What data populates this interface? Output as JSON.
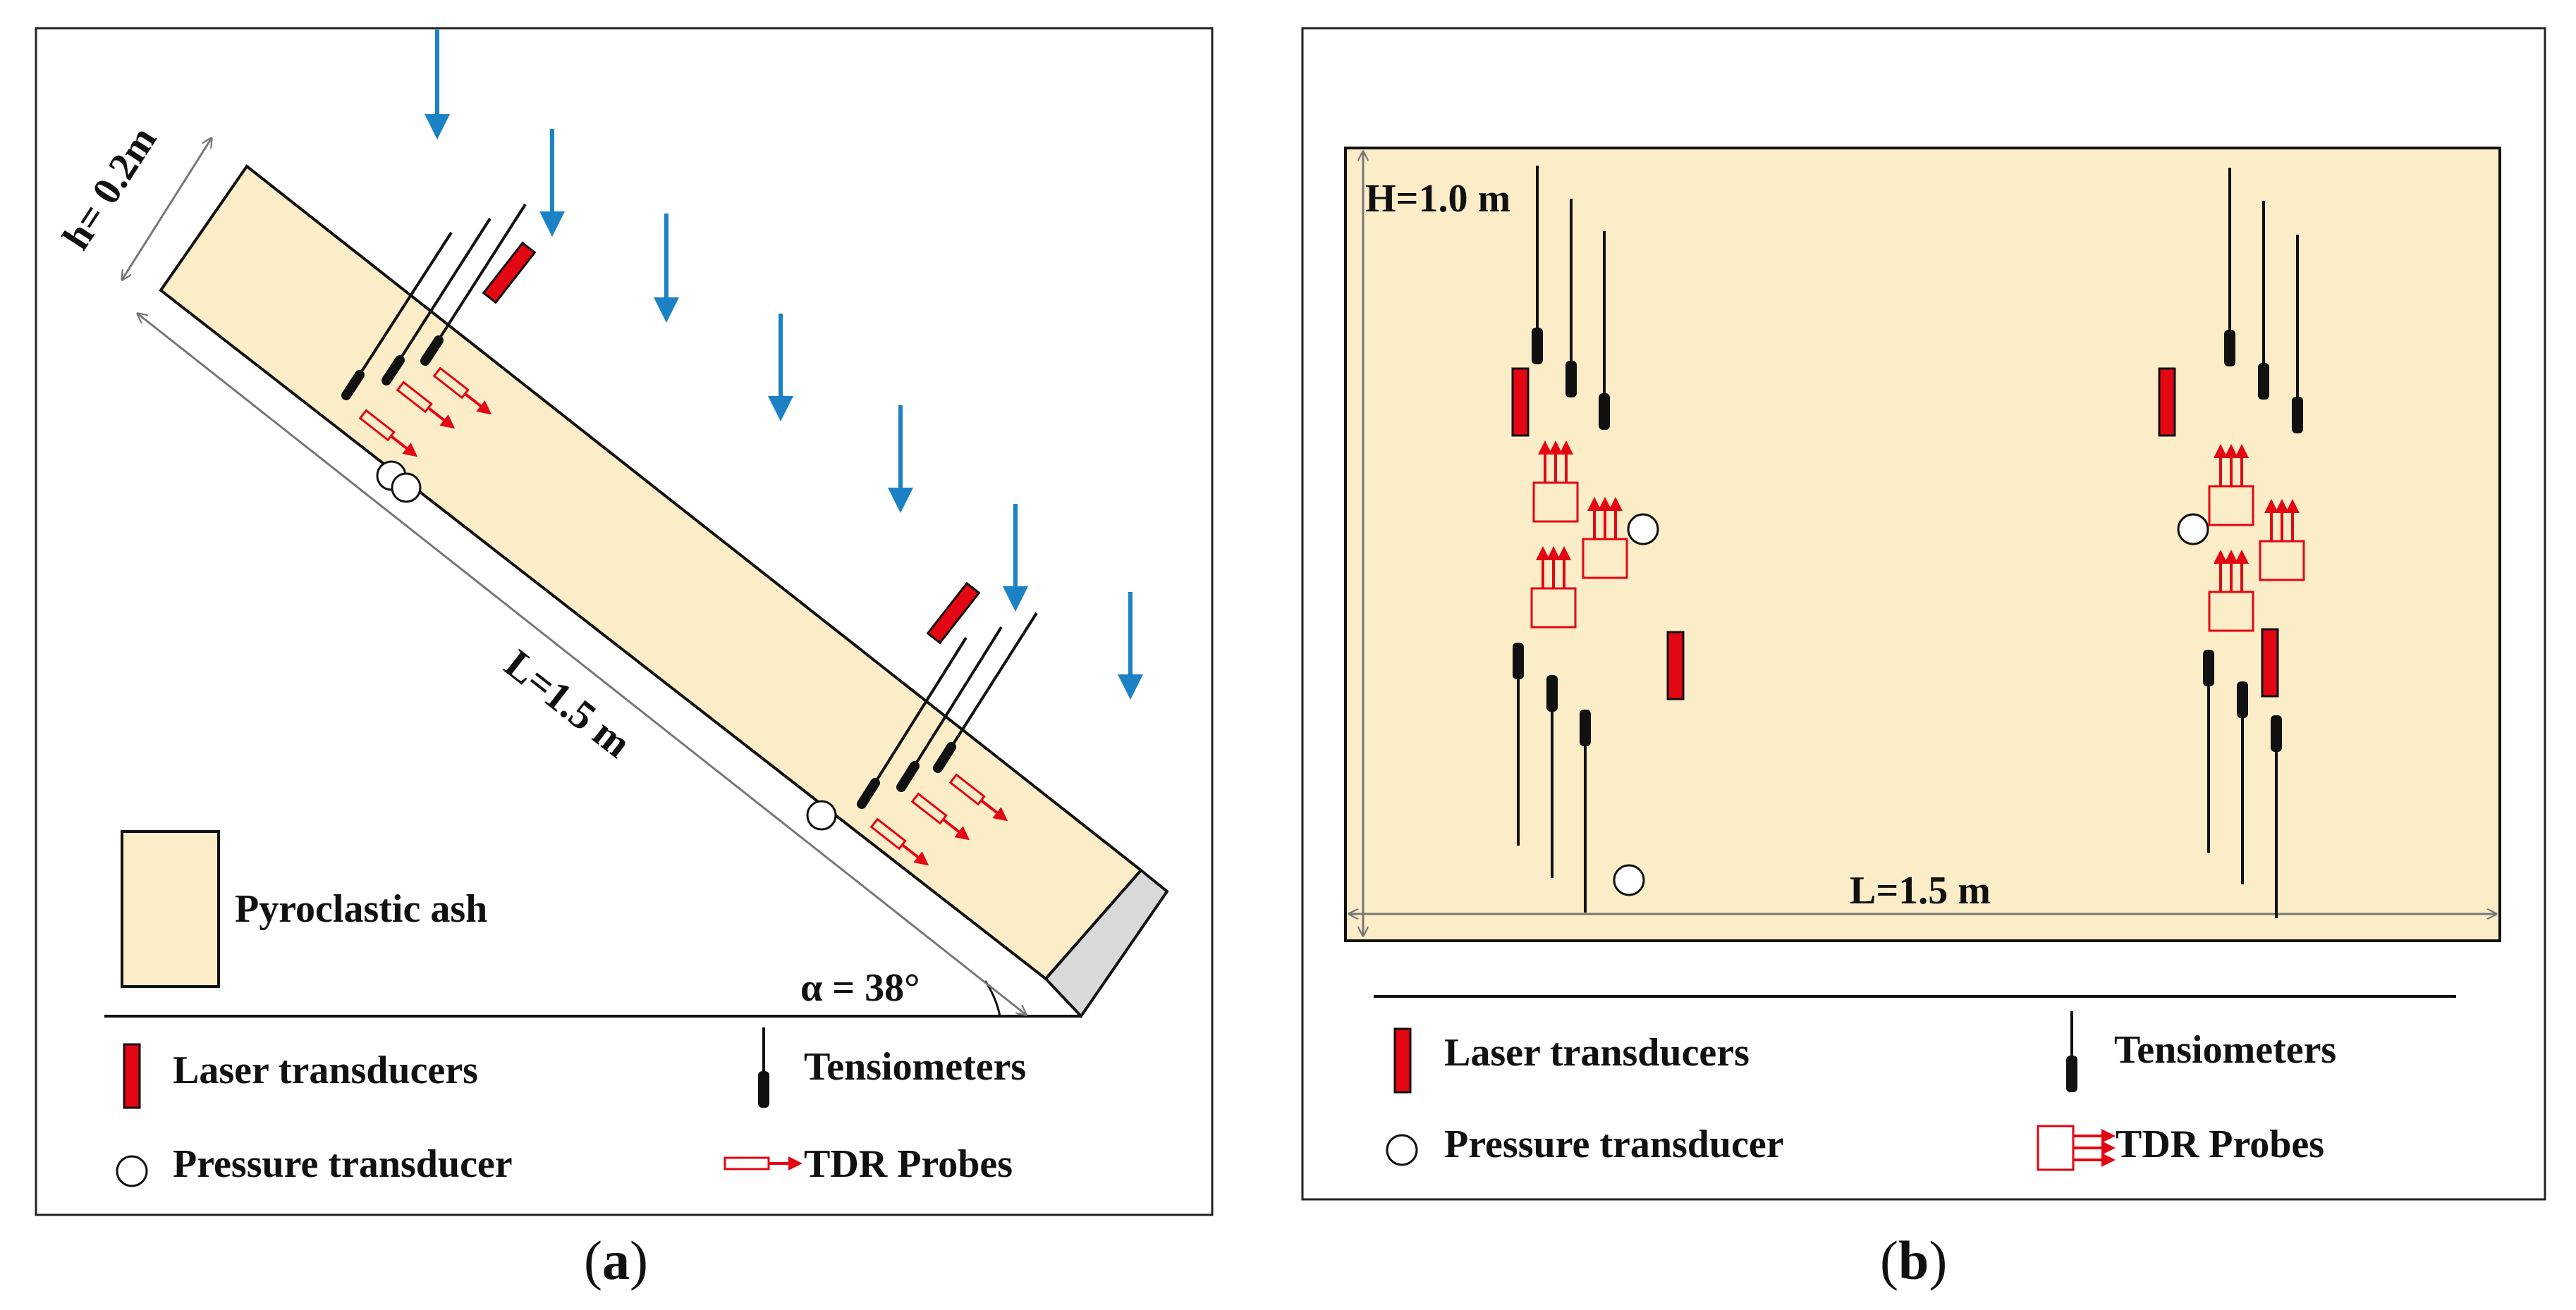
{
  "colors": {
    "ash": "#fcedc9",
    "laser": "#e30613",
    "tdr": "#e30613",
    "rain": "#1b82c6",
    "ink": "#111111",
    "wall": "#d9d9d9"
  },
  "icons": [
    "rain-arrow-icon",
    "laser-transducer-icon",
    "tensiometer-icon",
    "pressure-transducer-icon",
    "tdr-probe-icon"
  ],
  "panel_a": {
    "caption_open": "(",
    "caption_letter": "a",
    "caption_close": ")",
    "thickness_label": "h= 0.2m",
    "length_label": "L=1.5 m",
    "angle_label": "α = 38°",
    "material_label": "Pyroclastic ash",
    "legend": {
      "laser": "Laser transducers",
      "tensiometers": "Tensiometers",
      "pressure": "Pressure transducer",
      "tdr": "TDR Probes"
    }
  },
  "panel_b": {
    "caption_open": "(",
    "caption_letter": "b",
    "caption_close": ")",
    "height_label": "H=1.0 m",
    "length_label": "L=1.5 m",
    "legend": {
      "laser": "Laser transducers",
      "tensiometers": "Tensiometers",
      "pressure": "Pressure transducer",
      "tdr": "TDR Probes"
    }
  }
}
